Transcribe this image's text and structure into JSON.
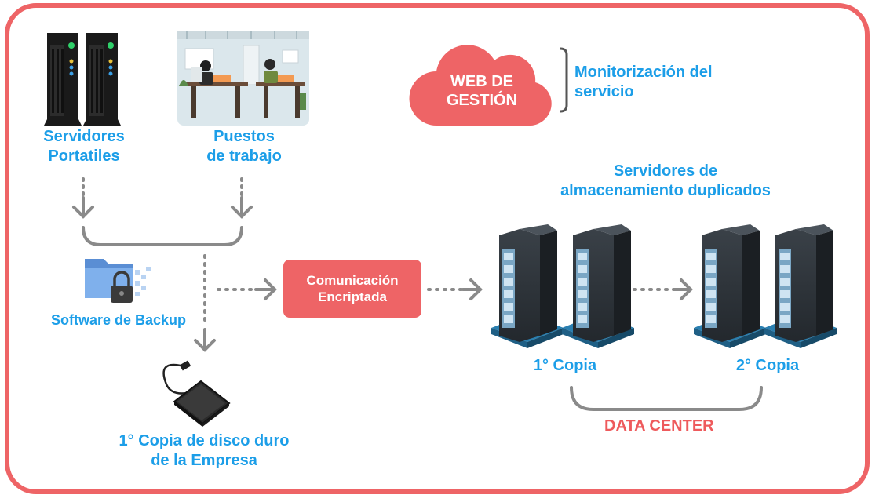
{
  "nodes": {
    "portable_servers": "Servidores\nPortatiles",
    "workstations": "Puestos\nde trabajo",
    "backup_software": "Software de Backup",
    "encrypted_comm": "Comunicación\nEncriptada",
    "local_copy": "1° Copia de disco duro\nde la Empresa",
    "web_gestion": "WEB DE\nGESTIÓN",
    "monitoring": "Monitorización del\nservicio",
    "storage_title": "Servidores de\nalmacenamiento duplicados",
    "copy1": "1° Copia",
    "copy2": "2° Copia",
    "datacenter": "DATA CENTER"
  },
  "colors": {
    "accent_red": "#ee6466",
    "label_blue": "#1c9ee8",
    "arrow_gray": "#8a8a8a"
  }
}
